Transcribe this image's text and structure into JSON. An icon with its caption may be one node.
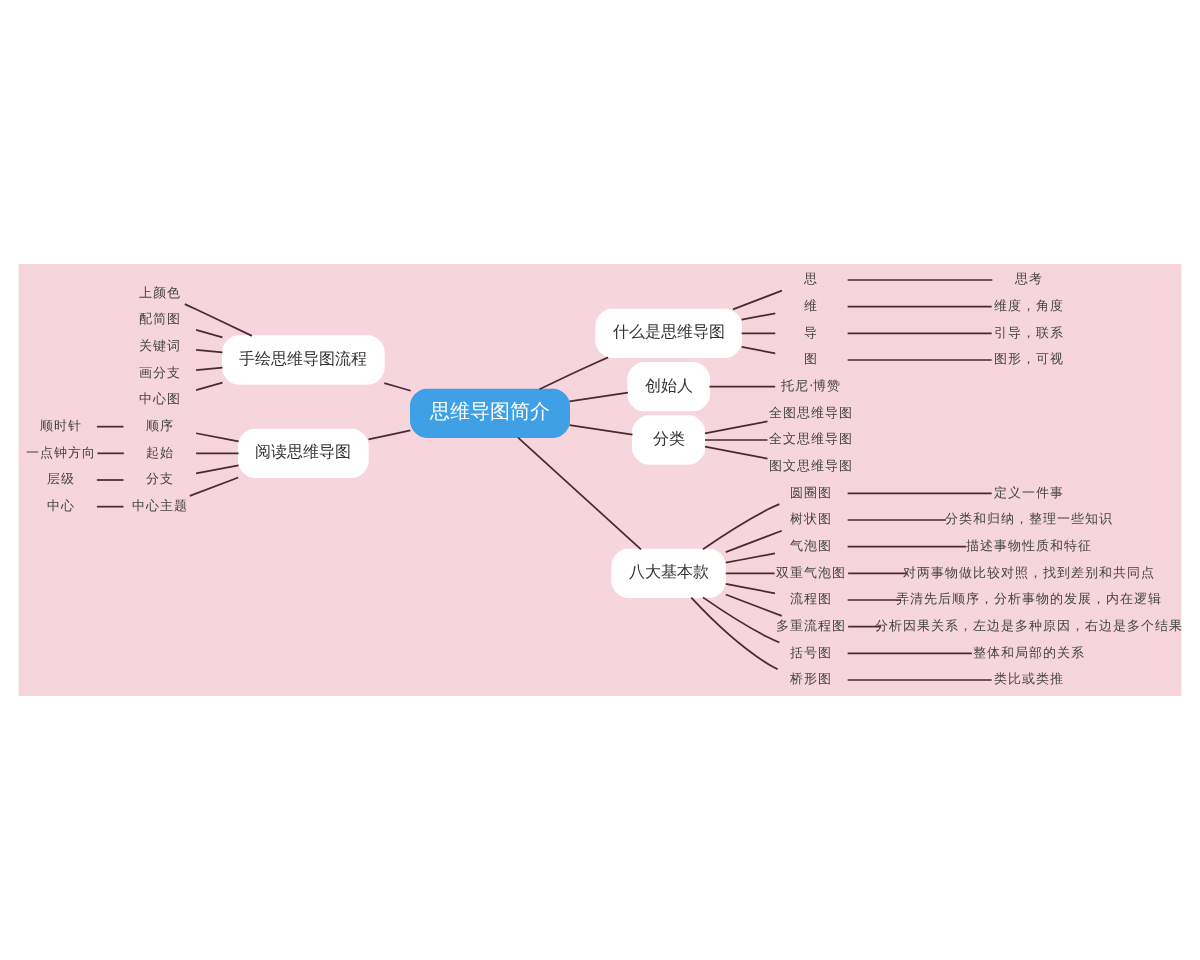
{
  "diagram": {
    "nodes": [
      {
        "text": [
          "思维导图简介"
        ]
      },
      {
        "text": [
          "什么是思维导图"
        ]
      },
      {
        "text": [
          "思"
        ]
      },
      {
        "text": [
          "思考"
        ]
      },
      {
        "text": [
          "维"
        ]
      },
      {
        "text": [
          "维度，角度"
        ]
      },
      {
        "text": [
          "导"
        ]
      },
      {
        "text": [
          "引导，联系"
        ]
      },
      {
        "text": [
          "图"
        ]
      },
      {
        "text": [
          "图形，可视"
        ]
      },
      {
        "text": [
          "创始人"
        ]
      },
      {
        "text": [
          "托尼·博赞"
        ]
      },
      {
        "text": [
          "分类"
        ]
      },
      {
        "text": [
          "全图思维导图"
        ]
      },
      {
        "text": [
          "全文思维导图"
        ]
      },
      {
        "text": [
          "图文思维导图"
        ]
      },
      {
        "text": [
          "手绘思维导图流程"
        ]
      },
      {
        "text": [
          "上颜色"
        ]
      },
      {
        "text": [
          "配简图"
        ]
      },
      {
        "text": [
          "关键词"
        ]
      },
      {
        "text": [
          "画分支"
        ]
      },
      {
        "text": [
          "中心图"
        ]
      },
      {
        "text": [
          "阅读思维导图"
        ]
      },
      {
        "text": [
          "顺时针"
        ]
      },
      {
        "text": [
          "顺序"
        ]
      },
      {
        "text": [
          "一点钟方向"
        ]
      },
      {
        "text": [
          "起始"
        ]
      },
      {
        "text": [
          "层级"
        ]
      },
      {
        "text": [
          "分支"
        ]
      },
      {
        "text": [
          "中心"
        ]
      },
      {
        "text": [
          "中心主题"
        ]
      },
      {
        "text": [
          "八大基本款"
        ]
      },
      {
        "text": [
          "圆圈图"
        ]
      },
      {
        "text": [
          "定义一件事"
        ]
      },
      {
        "text": [
          "树状图"
        ]
      },
      {
        "text": [
          "分类和归纳，整理一些知识"
        ]
      },
      {
        "text": [
          "气泡图"
        ]
      },
      {
        "text": [
          "描述事物性质和特征"
        ]
      },
      {
        "text": [
          "双重气泡图"
        ]
      },
      {
        "text": [
          "对两事物做比较对照，找到差别和共同点"
        ]
      },
      {
        "text": [
          "流程图"
        ]
      },
      {
        "text": [
          "弄清先后顺序，分析事物的发展，内在逻辑"
        ]
      },
      {
        "text": [
          "多重流程图"
        ]
      },
      {
        "text": [
          "分析因果关系，左边是多种原因，右边是多个结果"
        ]
      },
      {
        "text": [
          "括号图"
        ]
      },
      {
        "text": [
          "整体和局部的关系"
        ]
      },
      {
        "text": [
          "桥形图"
        ]
      },
      {
        "text": [
          "类比或类推"
        ]
      }
    ],
    "edges": [
      {
        "from": 0,
        "to": 1,
        "arrow": "none"
      },
      {
        "from": 1,
        "to": 2,
        "arrow": "none"
      },
      {
        "from": 2,
        "to": 3,
        "arrow": "none"
      },
      {
        "from": 1,
        "to": 4,
        "arrow": "none"
      },
      {
        "from": 4,
        "to": 5,
        "arrow": "none"
      },
      {
        "from": 1,
        "to": 6,
        "arrow": "none"
      },
      {
        "from": 6,
        "to": 7,
        "arrow": "none"
      },
      {
        "from": 1,
        "to": 8,
        "arrow": "none"
      },
      {
        "from": 8,
        "to": 9,
        "arrow": "none"
      },
      {
        "from": 0,
        "to": 10,
        "arrow": "none"
      },
      {
        "from": 10,
        "to": 11,
        "arrow": "none"
      },
      {
        "from": 0,
        "to": 12,
        "arrow": "none"
      },
      {
        "from": 12,
        "to": 13,
        "arrow": "none"
      },
      {
        "from": 12,
        "to": 14,
        "arrow": "none"
      },
      {
        "from": 12,
        "to": 15,
        "arrow": "none"
      },
      {
        "from": 17,
        "to": 16,
        "arrow": "none"
      },
      {
        "from": 18,
        "to": 16,
        "arrow": "none"
      },
      {
        "from": 19,
        "to": 16,
        "arrow": "none"
      },
      {
        "from": 20,
        "to": 16,
        "arrow": "none"
      },
      {
        "from": 21,
        "to": 16,
        "arrow": "none"
      },
      {
        "from": 16,
        "to": 0,
        "arrow": "none"
      },
      {
        "from": 23,
        "to": 24,
        "arrow": "none"
      },
      {
        "from": 24,
        "to": 22,
        "arrow": "none"
      },
      {
        "from": 25,
        "to": 26,
        "arrow": "none"
      },
      {
        "from": 26,
        "to": 22,
        "arrow": "none"
      },
      {
        "from": 27,
        "to": 28,
        "arrow": "none"
      },
      {
        "from": 28,
        "to": 22,
        "arrow": "none"
      },
      {
        "from": 29,
        "to": 30,
        "arrow": "none"
      },
      {
        "from": 30,
        "to": 22,
        "arrow": "none"
      },
      {
        "from": 22,
        "to": 0,
        "arrow": "none"
      },
      {
        "from": 0,
        "to": 31,
        "arrow": "none"
      },
      {
        "from": 31,
        "to": 32,
        "arrow": "none"
      },
      {
        "from": 32,
        "to": 33,
        "arrow": "none"
      },
      {
        "from": 31,
        "to": 34,
        "arrow": "none"
      },
      {
        "from": 34,
        "to": 35,
        "arrow": "none"
      },
      {
        "from": 31,
        "to": 36,
        "arrow": "none"
      },
      {
        "from": 36,
        "to": 37,
        "arrow": "none"
      },
      {
        "from": 31,
        "to": 38,
        "arrow": "none"
      },
      {
        "from": 38,
        "to": 39,
        "arrow": "none"
      },
      {
        "from": 31,
        "to": 40,
        "arrow": "none"
      },
      {
        "from": 40,
        "to": 41,
        "arrow": "none"
      },
      {
        "from": 31,
        "to": 42,
        "arrow": "none"
      },
      {
        "from": 42,
        "to": 43,
        "arrow": "none"
      },
      {
        "from": 31,
        "to": 44,
        "arrow": "none"
      },
      {
        "from": 44,
        "to": 45,
        "arrow": "none"
      },
      {
        "from": 31,
        "to": 46,
        "arrow": "none"
      },
      {
        "from": 46,
        "to": 47,
        "arrow": "none"
      }
    ]
  }
}
